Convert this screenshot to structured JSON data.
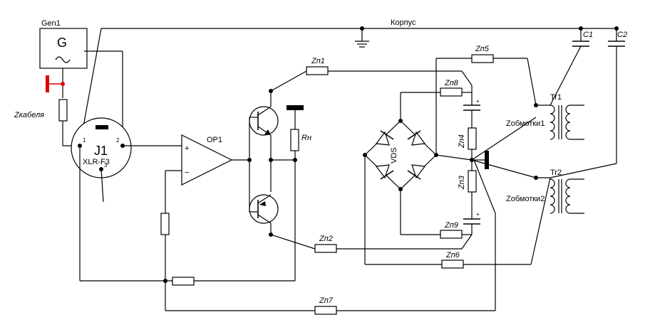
{
  "labels": {
    "gen": "Gen1",
    "gen_symbol": "G",
    "chassis": "Корпус",
    "c1": "C1",
    "c2": "C2",
    "zcable": "Zкабеля",
    "j1": "J1",
    "xlr": "XLR-F3",
    "pin1": "1",
    "pin2": "2",
    "pin3": "3",
    "op1": "OP1",
    "rn": "Rн",
    "zp1": "Zп1",
    "zp2": "Zп2",
    "zp3": "Zп3",
    "zp4": "Zп4",
    "zp5": "Zп5",
    "zp6": "Zп6",
    "zp7": "Zп7",
    "zp8": "Zп8",
    "zp9": "Zп9",
    "vds": "VDS",
    "tr1": "Tr1",
    "tr2": "Tr2",
    "zw1": "Zобмотки1",
    "zw2": "Zобмотки2",
    "plus": "+",
    "minus": "−"
  },
  "colors": {
    "wire": "#000000",
    "probe": "#dd0000"
  }
}
